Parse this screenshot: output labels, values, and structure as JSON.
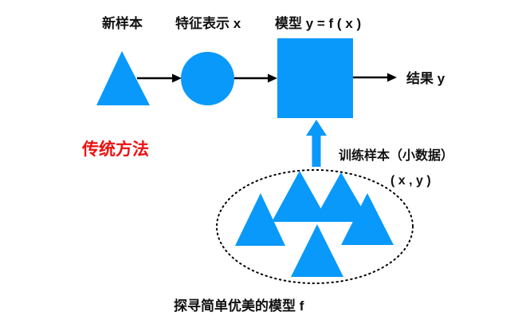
{
  "colors": {
    "shape_blue": "#0999FA",
    "accent_red": "#EE1111",
    "line_black": "#000000"
  },
  "labels": {
    "new_sample": "新样本",
    "feature": "特征表示 x",
    "model": "模型 y = f ( x )",
    "result": "结果 y",
    "method": "传统方法",
    "training": "训练样本（小数据）",
    "xy": "( x , y )",
    "bottom": "探寻简单优美的模型 f"
  }
}
